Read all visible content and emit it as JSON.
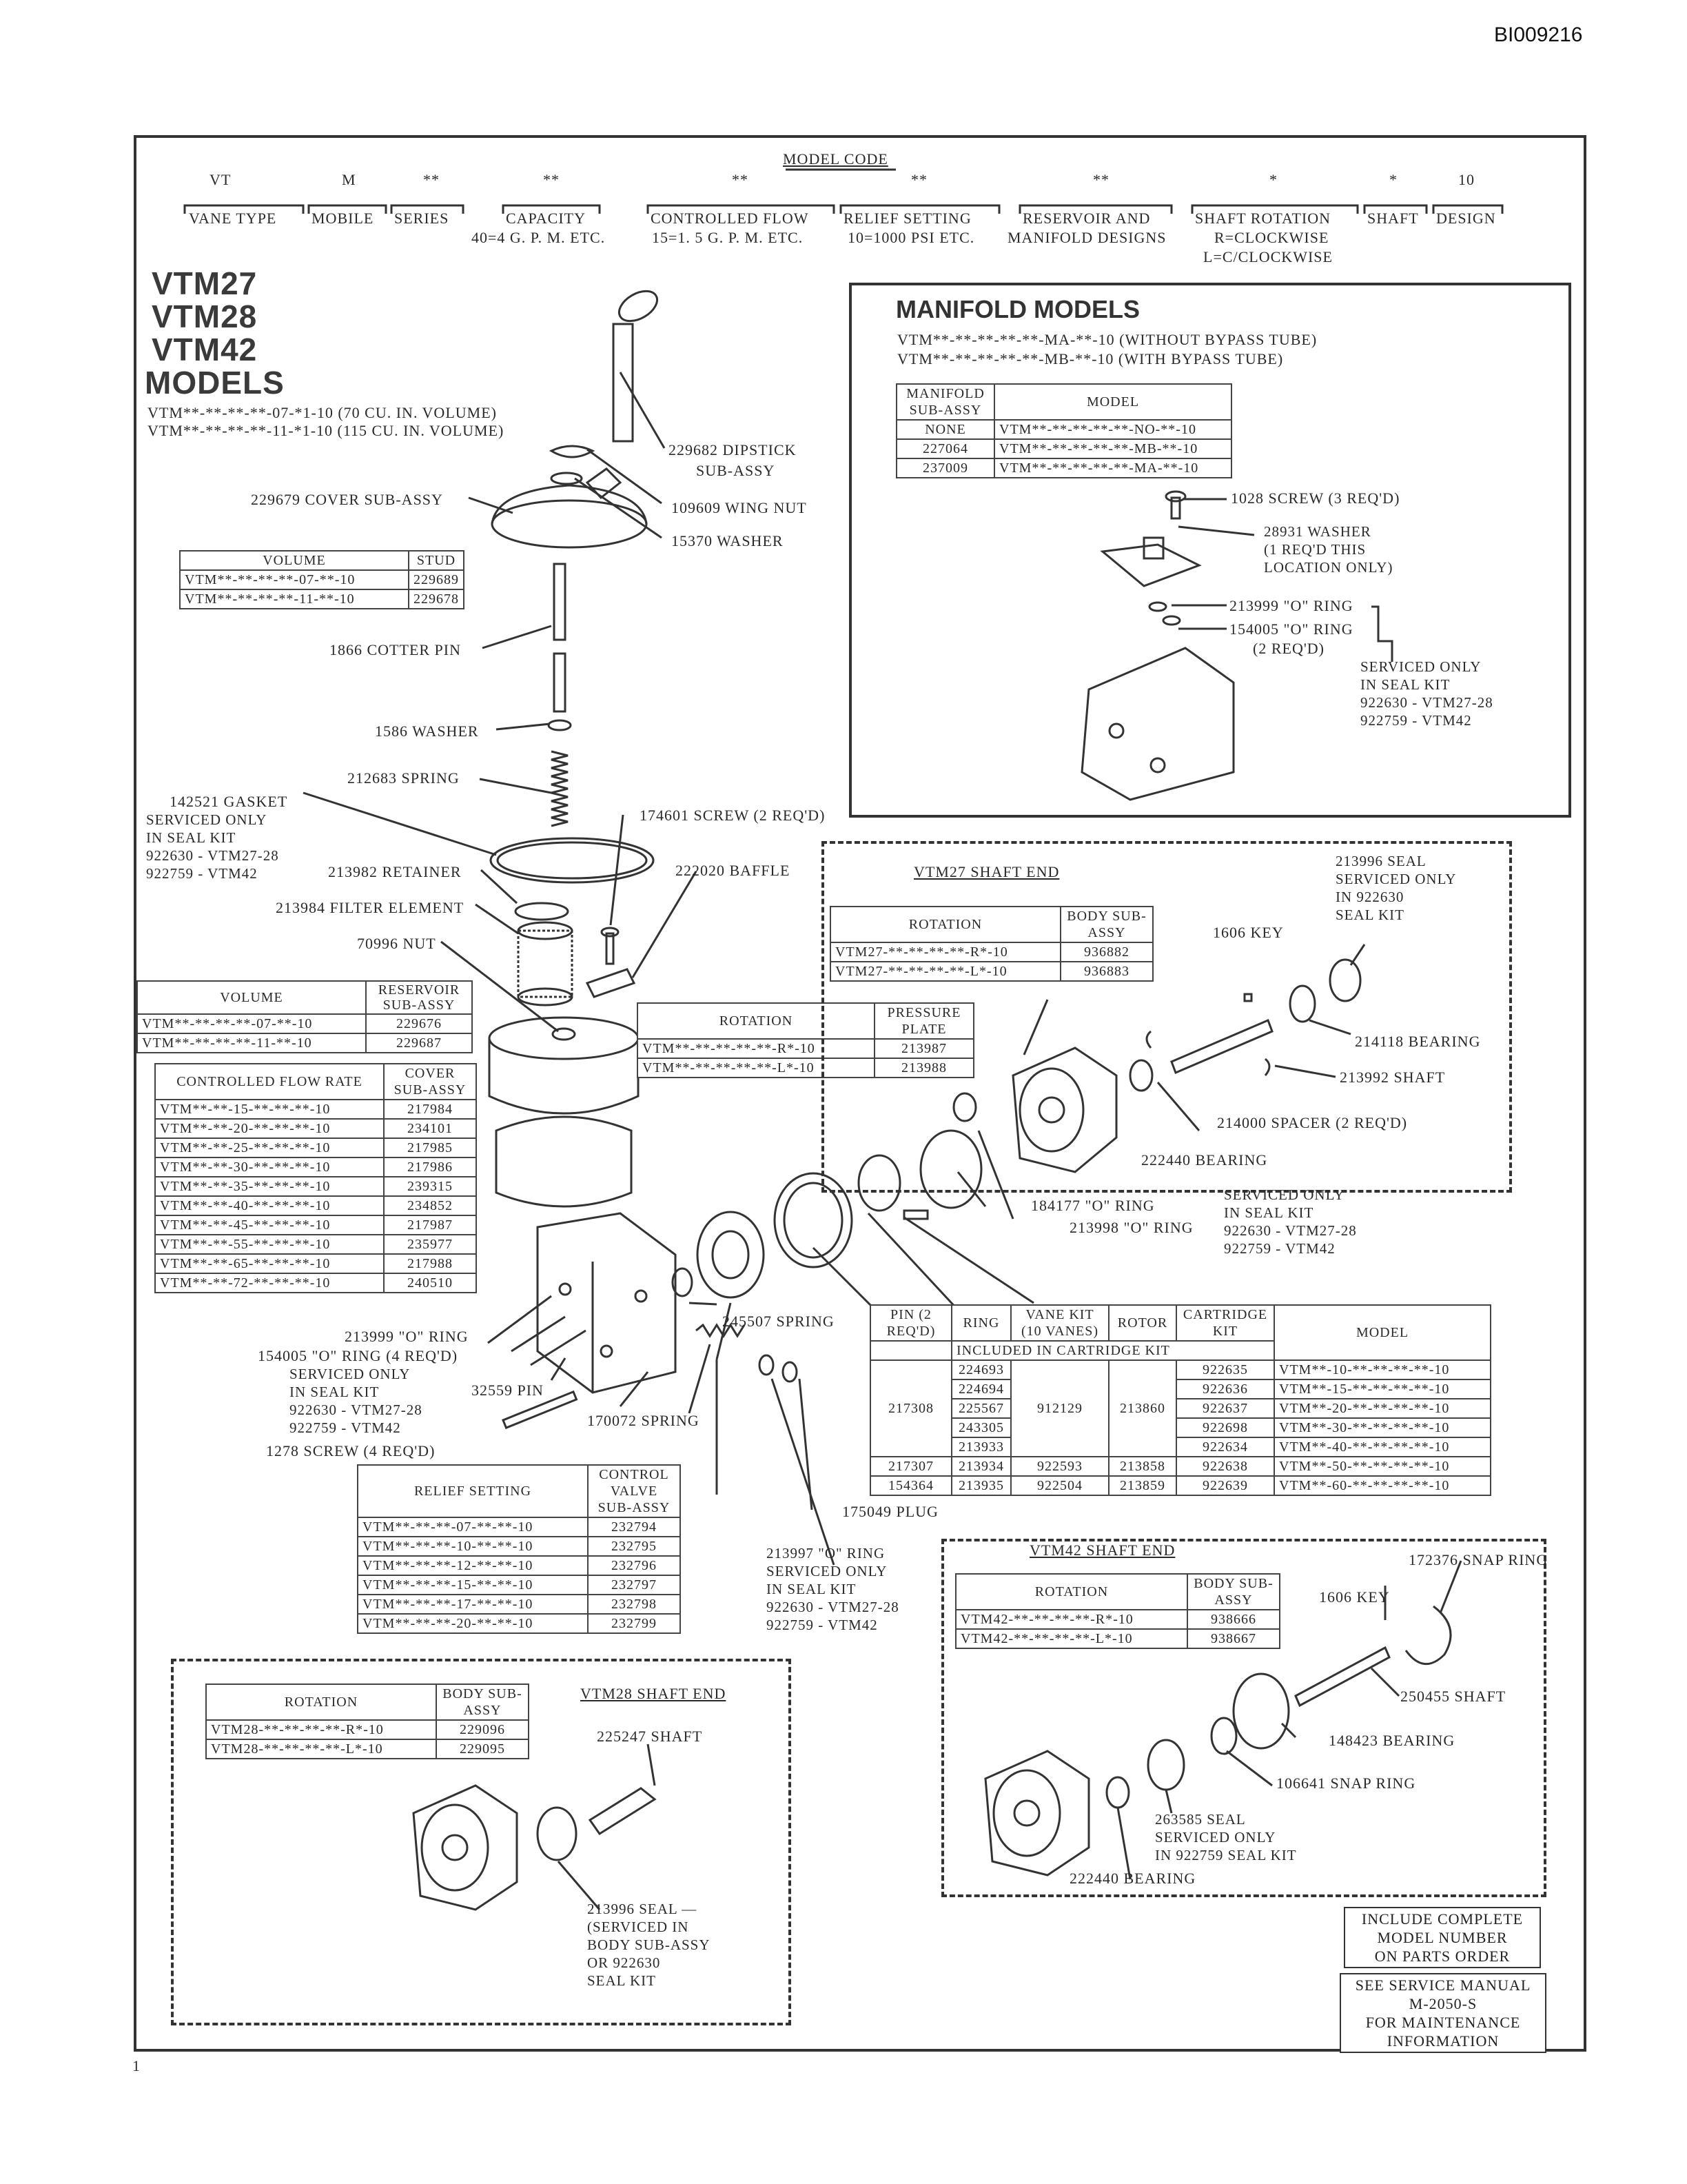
{
  "doc_id": "BI009216",
  "model_code": {
    "title": "MODEL CODE",
    "codes": [
      "VT",
      "M",
      "**",
      "**",
      "**",
      "**",
      "**",
      "*",
      "*",
      "10"
    ],
    "labels": [
      "VANE TYPE",
      "MOBILE",
      "SERIES",
      "CAPACITY",
      "CONTROLLED FLOW",
      "RELIEF SETTING",
      "RESERVOIR AND",
      "SHAFT ROTATION",
      "SHAFT",
      "DESIGN"
    ],
    "sub_notes": [
      "40=4 G. P. M. ETC.",
      "15=1. 5 G. P. M. ETC.",
      "10=1000 PSI ETC.",
      "MANIFOLD DESIGNS",
      "R=CLOCKWISE",
      "L=C/CLOCKWISE"
    ]
  },
  "models_title": [
    "VTM27",
    "VTM28",
    "VTM42",
    "MODELS"
  ],
  "models_lines": [
    "VTM**-**-**-**-07-*1-10 (70 CU. IN. VOLUME)",
    "VTM**-**-**-**-11-*1-10 (115 CU. IN. VOLUME)"
  ],
  "callouts": {
    "dipstick": "229682 DIPSTICK",
    "dipstick2": "SUB-ASSY",
    "wing_nut": "109609 WING NUT",
    "washer": "15370 WASHER",
    "cover": "229679 COVER SUB-ASSY",
    "cotter": "1866 COTTER PIN",
    "washer2": "1586 WASHER",
    "spring": "212683 SPRING",
    "gasket": "142521 GASKET",
    "gasket_kit": [
      "SERVICED ONLY",
      "IN SEAL KIT",
      "922630 - VTM27-28",
      "922759 - VTM42"
    ],
    "screw174": "174601 SCREW (2 REQ'D)",
    "retainer": "213982 RETAINER",
    "baffle": "222020 BAFFLE",
    "filter": "213984 FILTER ELEMENT",
    "nut": "70996 NUT",
    "oring_213999": "213999 \"O\" RING",
    "oring_154005": "154005 \"O\" RING (4 REQ'D)",
    "oring_kit": [
      "SERVICED ONLY",
      "IN SEAL KIT",
      "922630 - VTM27-28",
      "922759 - VTM42"
    ],
    "screw1278": "1278 SCREW (4 REQ'D)",
    "pin": "32559 PIN",
    "spring170": "170072 SPRING",
    "spring245": "245507 SPRING",
    "plug": "175049 PLUG",
    "oring_213997": [
      "213997 \"O\" RING",
      "SERVICED ONLY",
      "IN SEAL KIT",
      "922630 - VTM27-28",
      "922759 - VTM42"
    ],
    "oring_184177": "184177 \"O\" RING",
    "oring_213998": "213998 \"O\" RING",
    "oring_pair_kit": [
      "SERVICED ONLY",
      "IN SEAL KIT",
      "922630 - VTM27-28",
      "922759 - VTM42"
    ]
  },
  "volume_stud_table": {
    "headers": [
      "VOLUME",
      "STUD"
    ],
    "rows": [
      [
        "VTM**-**-**-**-07-**-10",
        "229689"
      ],
      [
        "VTM**-**-**-**-11-**-10",
        "229678"
      ]
    ]
  },
  "reservoir_table": {
    "headers": [
      "VOLUME",
      "RESERVOIR SUB-ASSY"
    ],
    "rows": [
      [
        "VTM**-**-**-**-07-**-10",
        "229676"
      ],
      [
        "VTM**-**-**-**-11-**-10",
        "229687"
      ]
    ]
  },
  "flow_table": {
    "headers": [
      "CONTROLLED FLOW RATE",
      "COVER SUB-ASSY"
    ],
    "rows": [
      [
        "VTM**-**-15-**-**-**-10",
        "217984"
      ],
      [
        "VTM**-**-20-**-**-**-10",
        "234101"
      ],
      [
        "VTM**-**-25-**-**-**-10",
        "217985"
      ],
      [
        "VTM**-**-30-**-**-**-10",
        "217986"
      ],
      [
        "VTM**-**-35-**-**-**-10",
        "239315"
      ],
      [
        "VTM**-**-40-**-**-**-10",
        "234852"
      ],
      [
        "VTM**-**-45-**-**-**-10",
        "217987"
      ],
      [
        "VTM**-**-55-**-**-**-10",
        "235977"
      ],
      [
        "VTM**-**-65-**-**-**-10",
        "217988"
      ],
      [
        "VTM**-**-72-**-**-**-10",
        "240510"
      ]
    ]
  },
  "pressure_table": {
    "headers": [
      "ROTATION",
      "PRESSURE PLATE"
    ],
    "rows": [
      [
        "VTM**-**-**-**-**-R*-10",
        "213987"
      ],
      [
        "VTM**-**-**-**-**-L*-10",
        "213988"
      ]
    ]
  },
  "relief_table": {
    "headers": [
      "RELIEF SETTING",
      "CONTROL VALVE SUB-ASSY"
    ],
    "rows": [
      [
        "VTM**-**-**-07-**-**-10",
        "232794"
      ],
      [
        "VTM**-**-**-10-**-**-10",
        "232795"
      ],
      [
        "VTM**-**-**-12-**-**-10",
        "232796"
      ],
      [
        "VTM**-**-**-15-**-**-10",
        "232797"
      ],
      [
        "VTM**-**-**-17-**-**-10",
        "232798"
      ],
      [
        "VTM**-**-**-20-**-**-10",
        "232799"
      ]
    ]
  },
  "manifold": {
    "title": "MANIFOLD MODELS",
    "lines": [
      "VTM**-**-**-**-**-MA-**-10 (WITHOUT BYPASS TUBE)",
      "VTM**-**-**-**-**-MB-**-10 (WITH BYPASS TUBE)"
    ],
    "headers": [
      "MANIFOLD SUB-ASSY",
      "MODEL"
    ],
    "rows": [
      [
        "NONE",
        "VTM**-**-**-**-**-NO-**-10"
      ],
      [
        "227064",
        "VTM**-**-**-**-**-MB-**-10"
      ],
      [
        "237009",
        "VTM**-**-**-**-**-MA-**-10"
      ]
    ],
    "screw": "1028 SCREW (3 REQ'D)",
    "washer": [
      "28931 WASHER",
      "(1 REQ'D THIS",
      "LOCATION ONLY)"
    ],
    "oring1": "213999 \"O\" RING",
    "oring2": "154005 \"O\" RING",
    "oring2b": "(2 REQ'D)",
    "kit": [
      "SERVICED ONLY",
      "IN SEAL KIT",
      "922630 - VTM27-28",
      "922759 - VTM42"
    ]
  },
  "vtm27": {
    "title": "VTM27 SHAFT END",
    "headers": [
      "ROTATION",
      "BODY SUB-ASSY"
    ],
    "rows": [
      [
        "VTM27-**-**-**-**-R*-10",
        "936882"
      ],
      [
        "VTM27-**-**-**-**-L*-10",
        "936883"
      ]
    ],
    "seal": [
      "213996 SEAL",
      "SERVICED ONLY",
      "IN 922630",
      "SEAL KIT"
    ],
    "key": "1606 KEY",
    "bearing": "214118 BEARING",
    "shaft": "213992 SHAFT",
    "spacer": "214000 SPACER (2 REQ'D)",
    "bearing2": "222440 BEARING"
  },
  "cartridge_table": {
    "headers": [
      "PIN (2 REQ'D)",
      "RING",
      "VANE KIT (10 VANES)",
      "ROTOR",
      "CARTRIDGE KIT",
      "MODEL"
    ],
    "included": "INCLUDED IN CARTRIDGE KIT",
    "pin_main": "217308",
    "vane_main": "912129",
    "rotor_main": "213860",
    "rows": [
      [
        "224693",
        "922635",
        "VTM**-10-**-**-**-**-10"
      ],
      [
        "224694",
        "922636",
        "VTM**-15-**-**-**-**-10"
      ],
      [
        "225567",
        "922637",
        "VTM**-20-**-**-**-**-10"
      ],
      [
        "243305",
        "922698",
        "VTM**-30-**-**-**-**-10"
      ],
      [
        "213933",
        "922634",
        "VTM**-40-**-**-**-**-10"
      ]
    ],
    "rows2": [
      [
        "217307",
        "213934",
        "922593",
        "213858",
        "922638",
        "VTM**-50-**-**-**-**-10"
      ],
      [
        "154364",
        "213935",
        "922504",
        "213859",
        "922639",
        "VTM**-60-**-**-**-**-10"
      ]
    ]
  },
  "vtm42": {
    "title": "VTM42 SHAFT END",
    "headers": [
      "ROTATION",
      "BODY SUB-ASSY"
    ],
    "rows": [
      [
        "VTM42-**-**-**-**-R*-10",
        "938666"
      ],
      [
        "VTM42-**-**-**-**-L*-10",
        "938667"
      ]
    ],
    "snap_ring": "172376 SNAP RING",
    "key": "1606 KEY",
    "shaft": "250455 SHAFT",
    "bearing": "148423 BEARING",
    "snap2": "106641 SNAP RING",
    "seal": [
      "263585 SEAL",
      "SERVICED ONLY",
      "IN 922759 SEAL KIT"
    ],
    "bearing2": "222440 BEARING"
  },
  "vtm28": {
    "title": "VTM28 SHAFT END",
    "headers": [
      "ROTATION",
      "BODY SUB-ASSY"
    ],
    "rows": [
      [
        "VTM28-**-**-**-**-R*-10",
        "229096"
      ],
      [
        "VTM28-**-**-**-**-L*-10",
        "229095"
      ]
    ],
    "shaft": "225247 SHAFT",
    "seal": [
      "213996 SEAL —",
      "(SERVICED IN",
      "BODY SUB-ASSY",
      "OR 922630",
      "SEAL KIT"
    ]
  },
  "notes": {
    "include": [
      "INCLUDE COMPLETE",
      "MODEL NUMBER",
      "ON PARTS ORDER"
    ],
    "service": [
      "SEE SERVICE MANUAL",
      "M-2050-S",
      "FOR MAINTENANCE",
      "INFORMATION"
    ]
  },
  "page_mark": "1"
}
